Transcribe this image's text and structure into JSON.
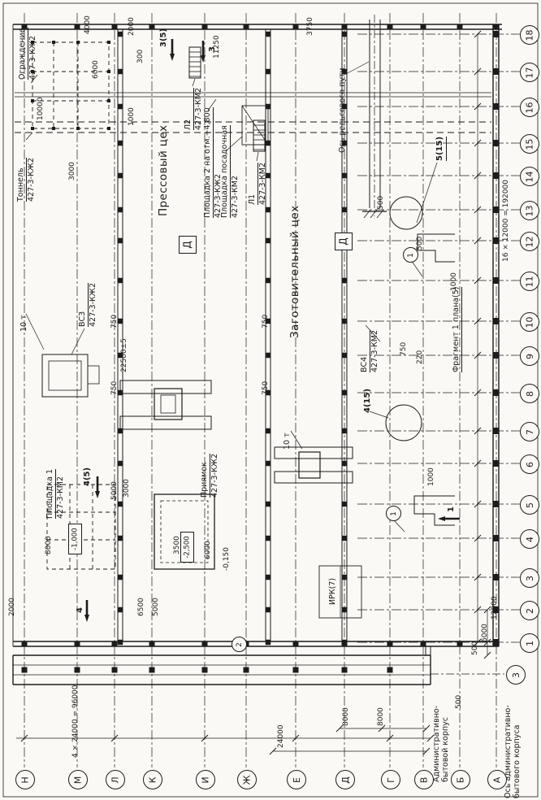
{
  "axes": {
    "letters": [
      "Н",
      "М",
      "Л",
      "К",
      "И",
      "Ж",
      "Е",
      "Д",
      "Г",
      "В",
      "Б",
      "А"
    ],
    "numbers": [
      "18",
      "17",
      "16",
      "15",
      "14",
      "13",
      "12",
      "11",
      "10",
      "9",
      "8",
      "7",
      "6",
      "5",
      "4",
      "3",
      "2",
      "1"
    ],
    "admin": "3"
  },
  "shops": {
    "press": "Прессовый цех",
    "blank": "Заготовительный цех",
    "category": "Д"
  },
  "labels": {
    "fence": [
      "Ограждение",
      "427-3-КЖ2"
    ],
    "tunnel": [
      "Тоннель",
      "427-3-КЖ2"
    ],
    "l2": [
      "Л2",
      "427-3-КМ2"
    ],
    "platform2": [
      "Площадка 2 на отм.+4,800",
      "427-3-КЖ2"
    ],
    "landing": [
      "Площадка посадочная",
      "427-3-КМ2"
    ],
    "l1": [
      "Л1",
      "427-3-КМ2"
    ],
    "rail_axis": "Ось рельсового пути",
    "vs3": [
      "ВС3",
      "427-3-КЖ2"
    ],
    "vs4": [
      "ВС4",
      "427-3-КМ2"
    ],
    "fragment": "Фрагмент 1 плана(5)",
    "platform1": [
      "Площадка 1",
      "427-3-КМ2"
    ],
    "pit": [
      "Приямок",
      "427-3-КЖ2"
    ],
    "irk": "ИРК(7)",
    "crane_a": "10 т",
    "crane_b": "10 т",
    "admin_building": [
      "Административно-",
      "бытовой корпус"
    ],
    "admin_axis": [
      "Ось административно-",
      "бытового корпуса"
    ]
  },
  "marks": {
    "sec3_ref": "3(5)",
    "sec3": "3",
    "sec4_ref": "4(5)",
    "sec4": "4",
    "sec1": "1",
    "det5": "5(15)",
    "det4": "4(15)",
    "c1a": "1",
    "c1b": "1",
    "c2": "2"
  },
  "elevations": {
    "platform1": "-1,000",
    "pit": "-2,500",
    "floor": "-0,150"
  },
  "dims": {
    "d4000": "4000",
    "d6000": "6000",
    "d2000": "2000",
    "d300": "300",
    "d11250": "11250",
    "d3750": "3750",
    "d10000": "10000",
    "d1000a": "1000",
    "d3000a": "3000",
    "d750a": "750",
    "d22500": "22500±5",
    "d750b": "750",
    "d750c": "750",
    "d750d": "750",
    "d750e": "750",
    "d220": "220",
    "d500a": "500",
    "d500b": "500",
    "d1000b": "1000",
    "d1000c": "1000",
    "d3000b": "3000",
    "d5000a": "5000",
    "d6500": "6500",
    "d5000b": "5000",
    "d8000a": "8000",
    "d3500": "3500",
    "d6000b": "6000",
    "d2000b": "2000",
    "chain_right": "16 × 12000 = 192000",
    "d12000": "12000",
    "d6000c": "6000",
    "d500c": "500",
    "d24000": "24000",
    "d8000b": "8000",
    "d8000c": "8000",
    "d500admin": "500",
    "chain_bottom": "4 × 24000 = 96000"
  }
}
